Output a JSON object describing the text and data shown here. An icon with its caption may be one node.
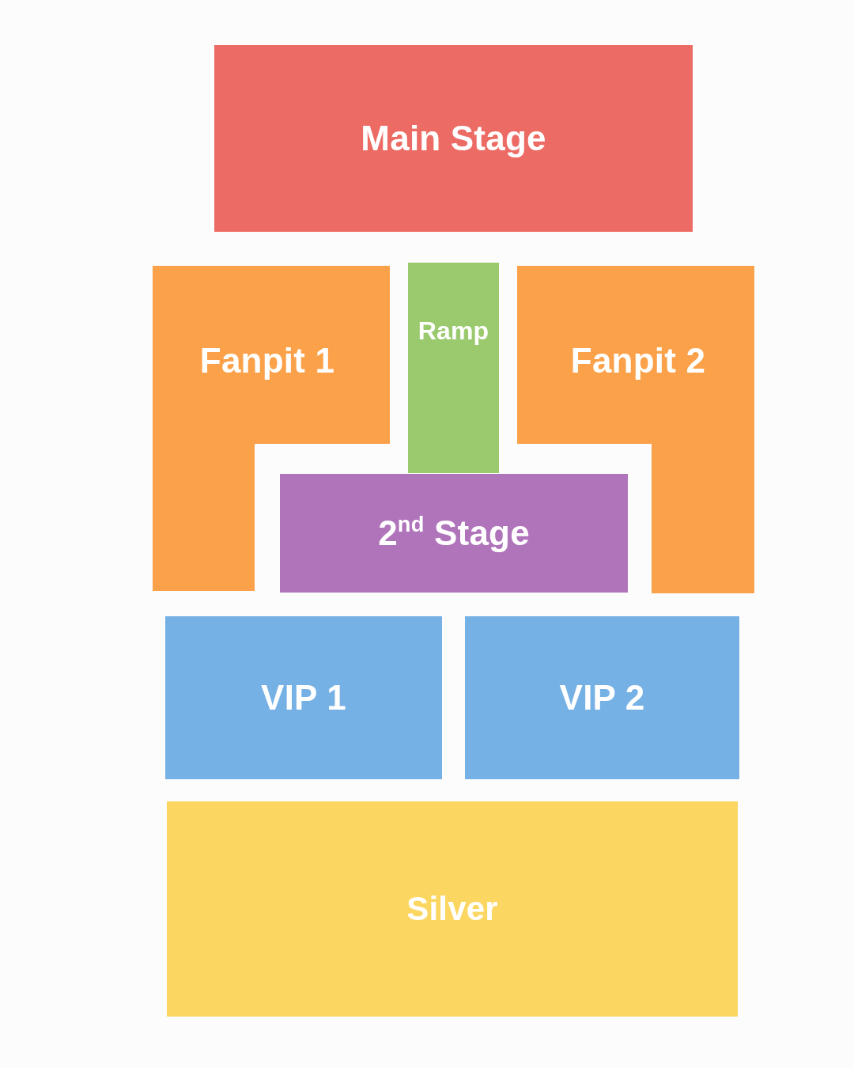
{
  "diagram": {
    "nodes": [
      {
        "text": [
          "Main Stage"
        ]
      },
      {
        "text": [
          "Fanpit 1"
        ]
      },
      {
        "text": [
          "Ramp"
        ]
      },
      {
        "text": [
          "Fanpit 2"
        ]
      },
      {
        "text": [
          "2$^{nd}$ Stage"
        ]
      },
      {
        "text": [
          "VIP 1"
        ]
      },
      {
        "text": [
          "VIP 2"
        ]
      },
      {
        "text": [
          "Silver"
        ]
      }
    ]
  }
}
